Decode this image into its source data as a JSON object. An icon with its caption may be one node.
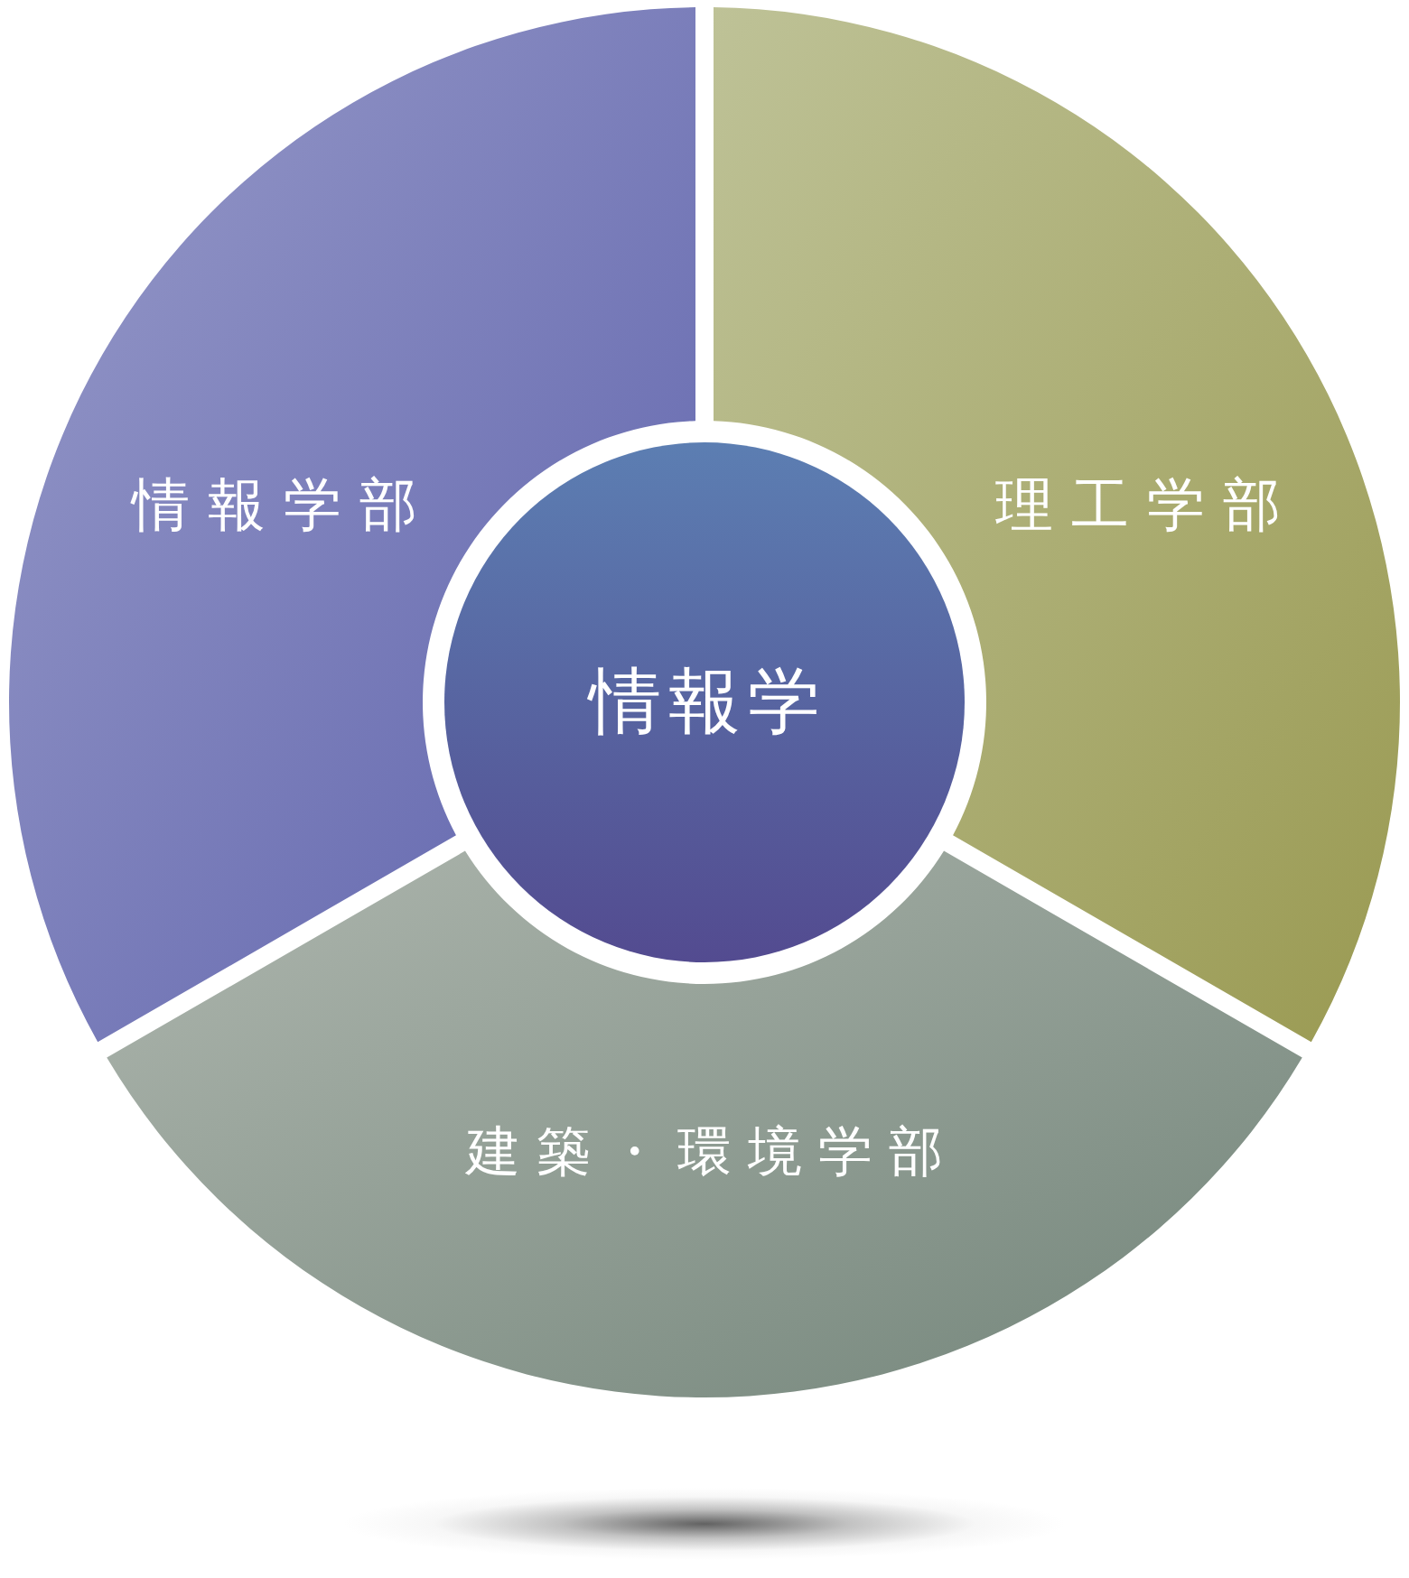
{
  "diagram": {
    "nodes": [
      {
        "text": [
          "情報学部"
        ]
      },
      {
        "text": [
          "理工学部"
        ]
      },
      {
        "text": [
          "情報学"
        ]
      },
      {
        "text": [
          "建築・環境学部"
        ]
      }
    ]
  }
}
